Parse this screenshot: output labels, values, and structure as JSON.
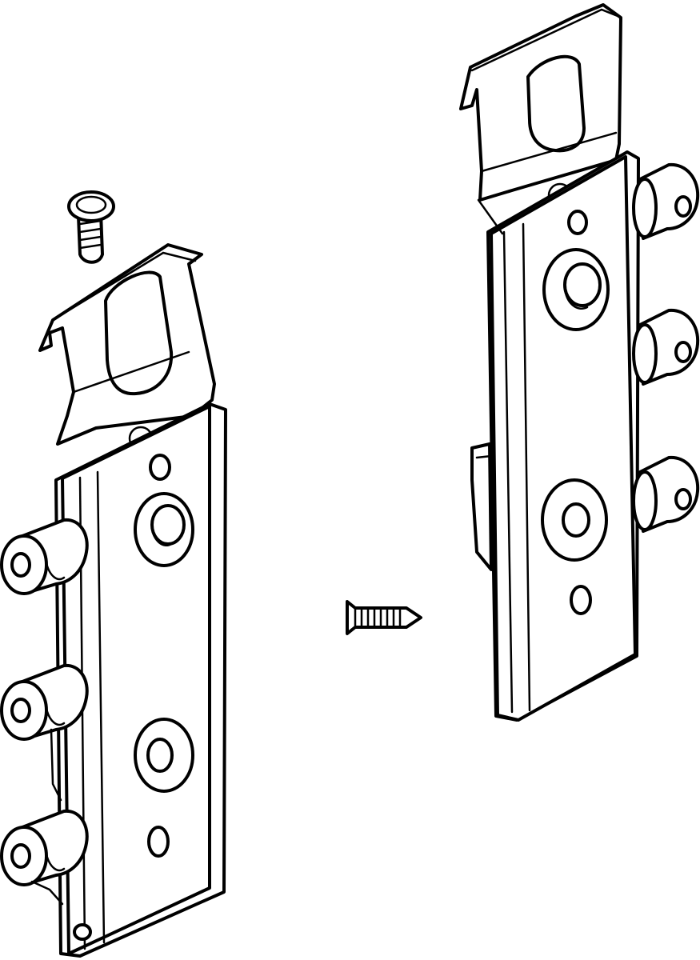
{
  "figure": {
    "description_text": "",
    "parts": [
      {
        "id": "hanger-left",
        "icon": "door-hanger-bracket-icon"
      },
      {
        "id": "hanger-right",
        "icon": "door-hanger-bracket-icon"
      },
      {
        "id": "screw-left",
        "icon": "cap-screw-icon"
      },
      {
        "id": "screw-right",
        "icon": "countersunk-screw-icon"
      }
    ],
    "colors": {
      "line": "#000000",
      "background": "#ffffff"
    }
  }
}
